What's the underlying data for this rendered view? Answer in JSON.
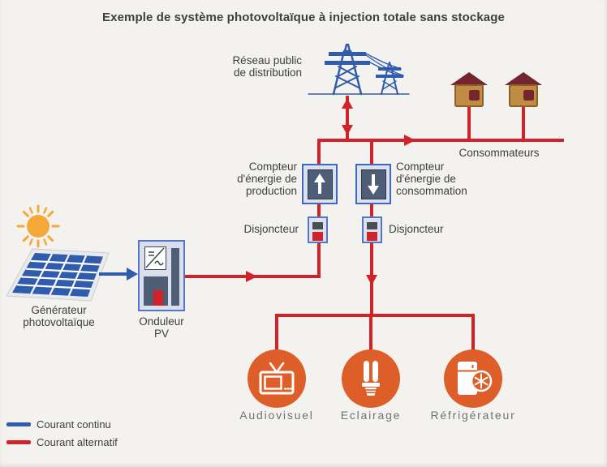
{
  "title": "Exemple de système photovoltaïque à injection totale sans stockage",
  "colors": {
    "bg": "#f4f2ee",
    "ac_red": "#d02329",
    "dc_blue": "#2f5cac",
    "box_border": "#5575c5",
    "box_fill": "#dce1ef",
    "meter_inner": "#4d5e76",
    "breaker_gray": "#4a4e54",
    "appliance_orange": "#dd5e28",
    "sun_orange": "#f3a838",
    "house_wall": "#c08b42",
    "house_roof": "#74252d",
    "text_dark": "#3e3e40",
    "text_gray": "#707174"
  },
  "nodes": {
    "grid": {
      "line1": "Réseau public",
      "line2": "de distribution"
    },
    "consumers": {
      "label": "Consommateurs"
    },
    "production_meter": {
      "line1": "Compteur",
      "line2": "d'énergie de",
      "line3": "production"
    },
    "consumption_meter": {
      "line1": "Compteur",
      "line2": "d'énergie de",
      "line3": "consommation"
    },
    "breaker_left": {
      "label": "Disjoncteur"
    },
    "breaker_right": {
      "label": "Disjoncteur"
    },
    "pv_generator": {
      "line1": "Générateur",
      "line2": "photovoltaïque"
    },
    "inverter": {
      "line1": "Onduleur",
      "line2": "PV"
    }
  },
  "appliances": [
    {
      "label": "Audiovisuel"
    },
    {
      "label": "Eclairage"
    },
    {
      "label": "Réfrigérateur"
    }
  ],
  "legend": [
    {
      "label": "Courant continu",
      "color": "#2f5cac"
    },
    {
      "label": "Courant alternatif",
      "color": "#d02329"
    }
  ]
}
